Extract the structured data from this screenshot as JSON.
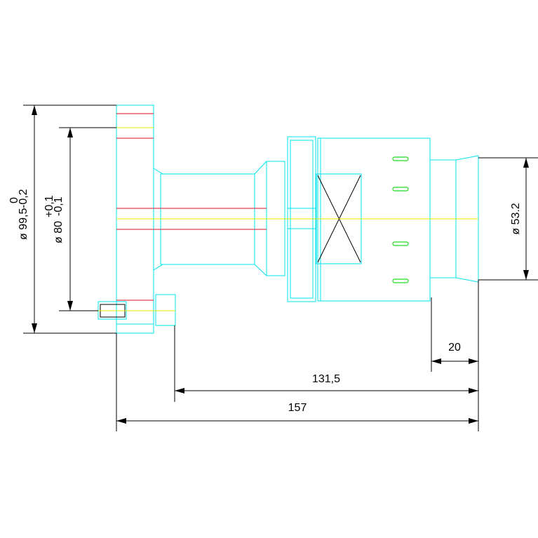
{
  "dimensions": {
    "overall_length": "157",
    "flange_to_end": "131,5",
    "end_length": "20",
    "small_diameter": "ø 53.2",
    "flange_diameter": {
      "main": "ø 99,5",
      "tol_upper": "0",
      "tol_lower": "-0,2"
    },
    "pilot_diameter": {
      "main": "ø 80",
      "tol_upper": "+0,1",
      "tol_lower": "-0,1"
    }
  },
  "colors": {
    "outline": "#00e5ee",
    "hidden_line": "#e0102a",
    "center_line": "#e8e800",
    "detail": "#22dd22",
    "dimension": "#000000"
  }
}
